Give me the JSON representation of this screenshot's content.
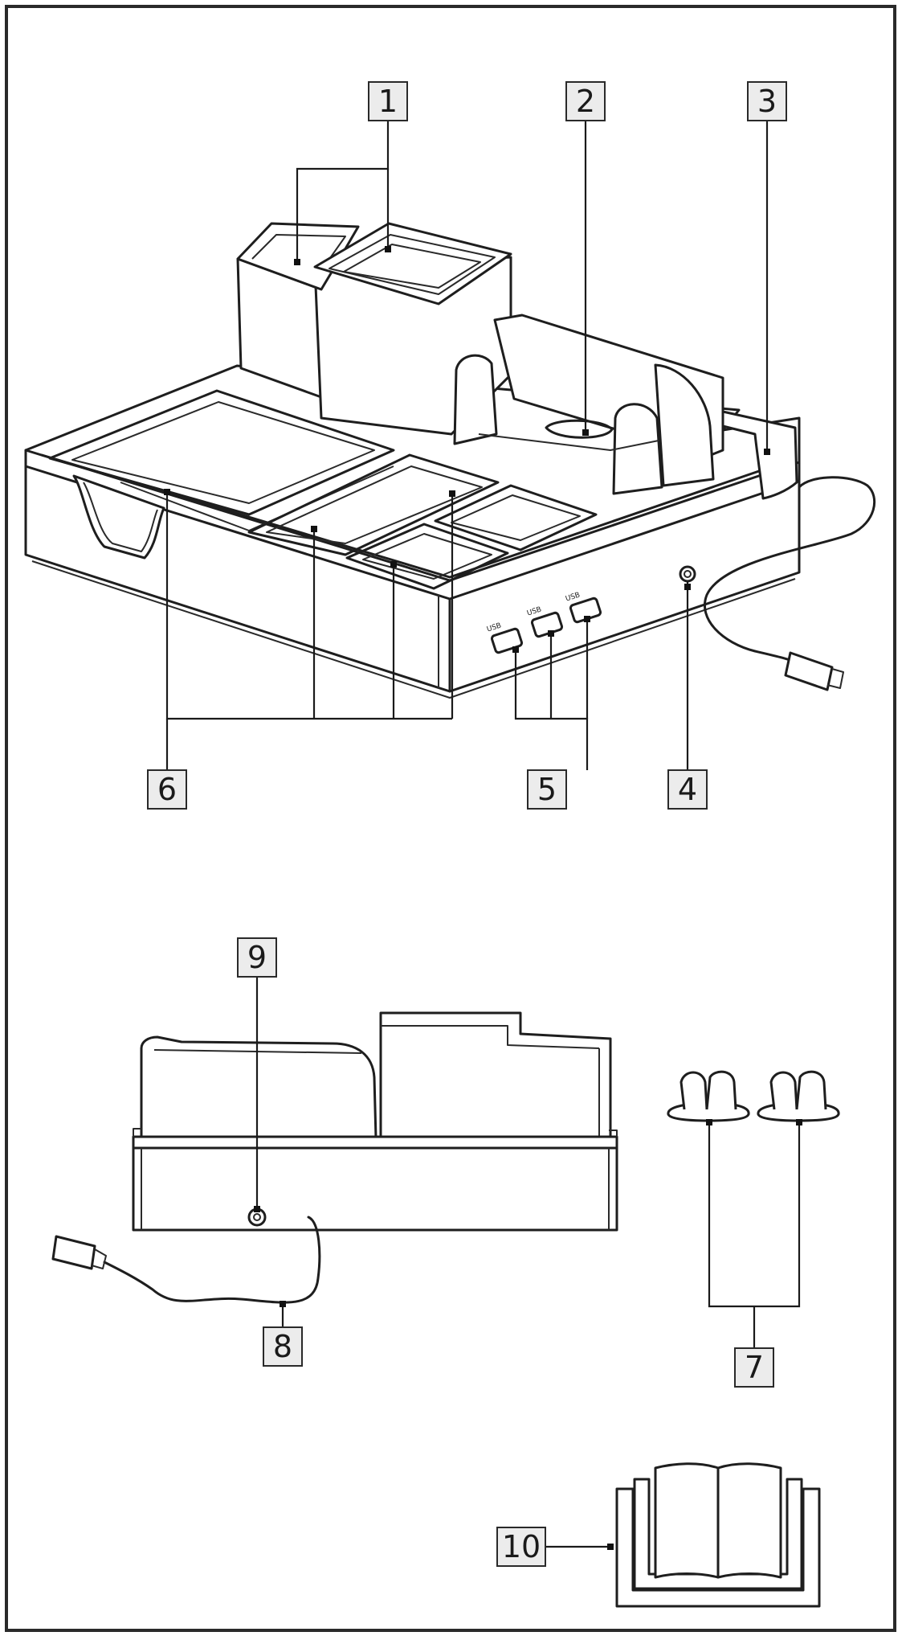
{
  "callouts": {
    "c1": "1",
    "c2": "2",
    "c3": "3",
    "c4": "4",
    "c5": "5",
    "c6": "6",
    "c7": "7",
    "c8": "8",
    "c9": "9",
    "c10": "10"
  },
  "port_labels": {
    "usb_1": "USB",
    "usb_2": "USB",
    "usb_3": "USB"
  },
  "colors": {
    "line": "#1e1e1e",
    "badge_fill": "#ececec",
    "frame": "#2a2a2a"
  }
}
